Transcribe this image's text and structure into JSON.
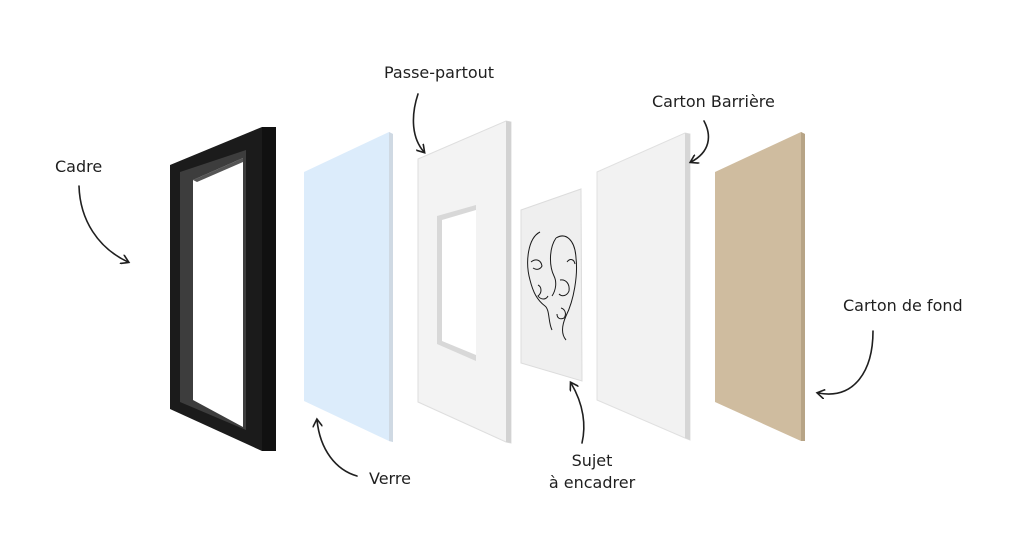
{
  "labels": {
    "cadre": "Cadre",
    "verre": "Verre",
    "passe_partout": "Passe-partout",
    "sujet_line1": "Sujet",
    "sujet_line2": "à encadrer",
    "carton_barriere": "Carton Barrière",
    "carton_de_fond": "Carton de fond"
  },
  "colors": {
    "frame": "#1a1a1a",
    "frame_inner": "#3a3a3a",
    "glass": "#dcecfb",
    "mat": "#f3f3f3",
    "mat_edge": "#d9d9d9",
    "subject": "#efefef",
    "barrier": "#f1f1f1",
    "backing": "#cfbc9f",
    "backing_edge": "#b9a68a",
    "text": "#1f1f1f"
  }
}
